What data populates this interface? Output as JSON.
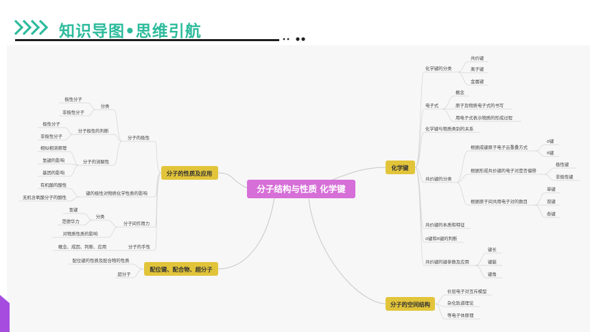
{
  "header": {
    "title": "知识导图•思维引航"
  },
  "colors": {
    "accent": "#2dbb9c",
    "central": "#d66fd8",
    "main": "#e2c43a"
  },
  "center": {
    "label": "分子结构与性质  化学键"
  },
  "main": {
    "properties": "分子的性质及应用",
    "coordination": "配位键、配合物、超分子",
    "chemical_bond": "化学键",
    "spatial": "分子的空间结构"
  },
  "left": {
    "polarity": "分子的极性",
    "classification": "分类",
    "polar_molecule": "极性分子",
    "nonpolar_molecule": "非极性分子",
    "polarity_judgement": "分子极性的判断",
    "polar_molecule_2": "极性分子",
    "nonpolar_molecule_2": "非极性分子",
    "solubility": "分子的溶解性",
    "like_dissolves": "相似相溶原理",
    "hbond_effect": "氢键的影响",
    "group_effect": "基团的影响",
    "bond_polarity_effect": "键的极性对物质化学性质的影响",
    "organic_acid": "有机酸的酸性",
    "oxyacid_free": "无机含氧酸分子的酸性",
    "intermolecular": "分子间作用力",
    "classification_2": "分类",
    "hydrogen_bond": "氢键",
    "van_der_waals": "范德华力",
    "effect_on_properties": "对物质性质的影响",
    "chirality": "分子的手性",
    "chirality_items": "概念、成因、判断、应用",
    "coord_props": "配位键的性质及配合物的性质",
    "supramolecule": "超分子"
  },
  "right": {
    "bond_classification": "化学键的分类",
    "covalent": "共价键",
    "ionic": "离子键",
    "metallic": "金属键",
    "electron_formula": "电子式",
    "concept": "概念",
    "atom_formula": "原子及物质电子式的书写",
    "formation": "用电子式表示物质的形成过程",
    "bond_vs_class": "化学键与物质类别的关系",
    "covalent_classification": "共价键的分类",
    "overlap": "根据成键原子电子云重叠方式",
    "sigma": "σ键",
    "pi": "π键",
    "shift": "根据形成共价键的电子对是否偏移",
    "polar_bond": "极性键",
    "nonpolar_bond": "非极性键",
    "pair_count": "根据原子间共用电子对的数目",
    "single": "单键",
    "double": "双键",
    "triple": "叁键",
    "essence": "共价键的本质和特征",
    "sigma_pi_judge": "σ键和π键的判断",
    "params": "共价键的键参数及应用",
    "bond_length": "键长",
    "bond_energy": "键能",
    "bond_angle": "键角",
    "vsepr": "价层电子对互斥模型",
    "hybrid": "杂化轨道理论",
    "isoelectronic": "等电子体原理"
  }
}
